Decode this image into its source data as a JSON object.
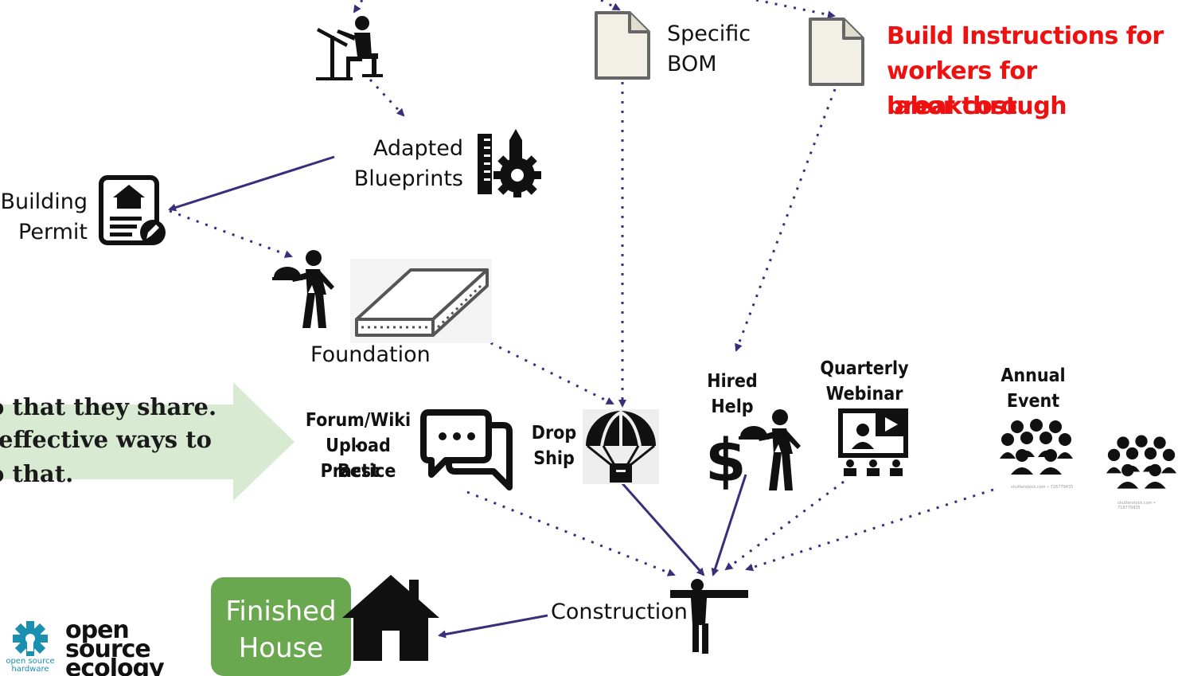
{
  "labels": {
    "specific_bom": [
      "Specific",
      "BOM"
    ],
    "build_instructions": [
      "Build Instructions for",
      "workers for breakthrough",
      "labor cost"
    ],
    "adapted_blueprints": [
      "Adapted",
      "Blueprints"
    ],
    "building_permit": [
      "Building",
      "Permit"
    ],
    "foundation": "Foundation",
    "forum_wiki": [
      "Forum/Wiki -",
      "Upload Best",
      "Practice"
    ],
    "drop_ship": [
      "Drop",
      "Ship"
    ],
    "hired_help": [
      "Hired",
      "Help"
    ],
    "quarterly_webinar": [
      "Quarterly",
      "Webinar"
    ],
    "annual_event": [
      "Annual",
      "Event"
    ],
    "construction": "Construction",
    "finished_house": [
      "Finished",
      "House"
    ],
    "watermark": "shutterstock.com • 716779435"
  },
  "arrow_banner": [
    "o that they share.",
    "effective ways to",
    "o that."
  ],
  "logo": {
    "small": [
      "open source",
      "hardware"
    ],
    "big": [
      "open",
      "source",
      "ecology"
    ]
  },
  "colors": {
    "connector": "#3b2d7a",
    "note_red": "#ee1111",
    "finished_green": "#6aa84f",
    "banner_green": "#d9ead3",
    "osh_blue": "#1a8fb0"
  }
}
